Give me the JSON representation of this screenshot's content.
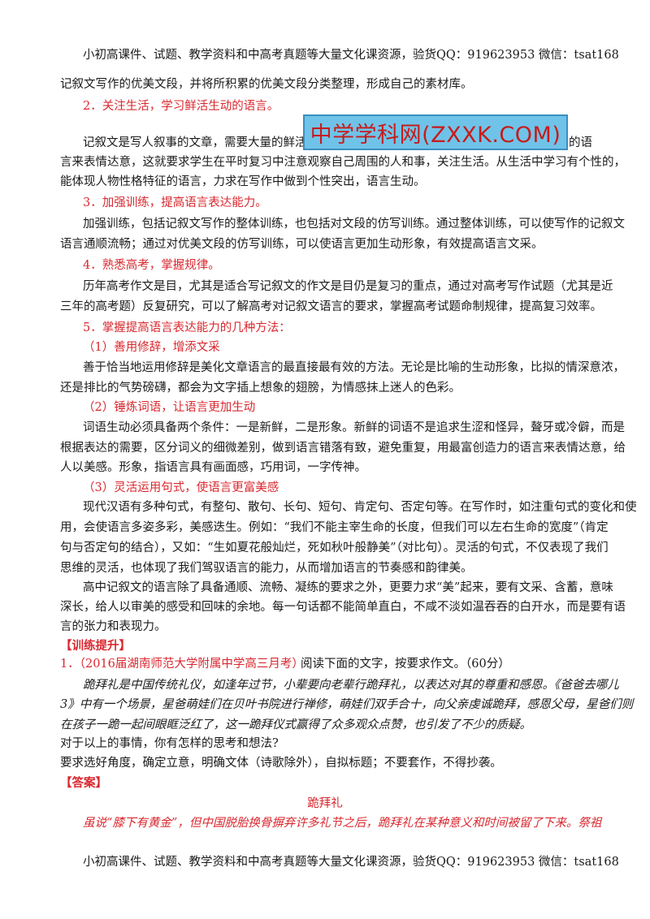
{
  "header": {
    "text": "小初高课件、试题、教学资料和中高考真题等大量文化课资源，验货QQ：919623953      微信：tsat168"
  },
  "footer": {
    "text": "小初高课件、试题、教学资料和中高考真题等大量文化课资源，验货QQ：919623953      微信：tsat168"
  },
  "banner": {
    "text": "中学学科网(ZXXK.COM)"
  },
  "lines": [
    "记叙文写作的优美文段，并将所积累的优美文段分类整理，形成自己的素材库。",
    "2．关注生活，学习鲜活生动的语言。",
    "记叙文是写人叙事的文章，需要大量的鲜活",
    "的语",
    "言来表情达意，这就要求学生在平时复习中注意观察自己周围的人和事，关注生活。从生活中学习有个性的，",
    "能体现人物性格特征的语言，力求在写作中做到个性突出，语言生动。",
    "3．加强训练，提高语言表达能力。",
    "加强训练，包括记叙文写作的整体训练，也包括对文段的仿写训练。通过整体训练，可以使写作的记叙文",
    "语言通顺流畅；通过对优美文段的仿写训练，可以使语言更加生动形象，有效提高语言文采。",
    "4．熟悉高考，掌握规律。",
    "历年高考作文是目，尤其是适合写记叙文的作文是目仍是复习的重点，通过对高考写作试题（尤其是近",
    "三年的高考题）反复研究，可以了解高考对记叙文语言的要求，掌握高考试题命制规律，提高复习效率。",
    "5．掌握提高语言表达能力的几种方法：",
    "（1）善用修辞，增添文采",
    "善于恰当地运用修辞是美化文章语言的最直接最有效的方法。无论是比喻的生动形象，比拟的情深意浓，",
    "还是排比的气势磅礴，都会为文字插上想象的翅膀，为情感抹上迷人的色彩。",
    "（2）锤炼词语，让语言更加生动",
    "词语生动必须具备两个条件：一是新鲜，二是形象。新鲜的词语不是追求生涩和怪异，聱牙或冷僻，而是",
    "根据表达的需要，区分词义的细微差别，做到语言错落有致，避免重复，用最富创造力的语言来表情达意，给",
    "人以美感。形象，指语言具有画面感，巧用词，一字传神。",
    "（3）灵活运用句式，使语言更富美感",
    "现代汉语有多种句式，有整句、散句、长句、短句、肯定句、否定句等。在写作时，如注重句式的变化和使",
    "用，会使语言多姿多彩，美感迭生。例如：“我们不能主宰生命的长度，但我们可以左右生命的宽度”（肯定",
    "句与否定句的结合），又如：“生如夏花般灿烂，死如秋叶般静美”（对比句）。灵活的句式，不仅表现了我们",
    "思维的灵活，也体现了我们驾驭语言的能力，从而增加语言的节奏感和韵律美。",
    "高中记叙文的语言除了具备通顺、流畅、凝练的要求之外，更要力求“美”起来，要有文采、含蓄，意味",
    "深长，给人以审美的感受和回味的余地。每一句话都不能简单直白，不咸不淡如温吞吞的白开水，而是要有语",
    "言的张力和表现力。",
    "【训练提升】",
    "1．（2016届湖南师范大学附属中学高三月考）",
    "阅读下面的文字，按要求作文。（60分）",
    "跪拜礼是中国传统礼仪，如逢年过节，小辈要向老辈行跪拜礼，以表达对其的尊重和感恩。《爸爸去哪儿",
    "3》中有一个场景，星爸萌娃们在贝叶书院进行禅修，萌娃们双手合十，向父亲虔诚跪拜，感恩父母，星爸们则",
    "在孩子一跪一起间眼眶泛红了，这一跪拜仪式赢得了众多观众点赞，也引发了不少的质疑。",
    "对于以上的事情，你有怎样的思考和想法?",
    "要求选好角度，确定立意，明确文体（诗歌除外），自拟标题；不要套作，不得抄袭。",
    "【答案】",
    "跪拜礼",
    "虽说“膝下有黄金”，但中国脱胎换骨摒弃许多礼节之后，跪拜礼在某种意义和时间被留了下来。祭祖"
  ]
}
